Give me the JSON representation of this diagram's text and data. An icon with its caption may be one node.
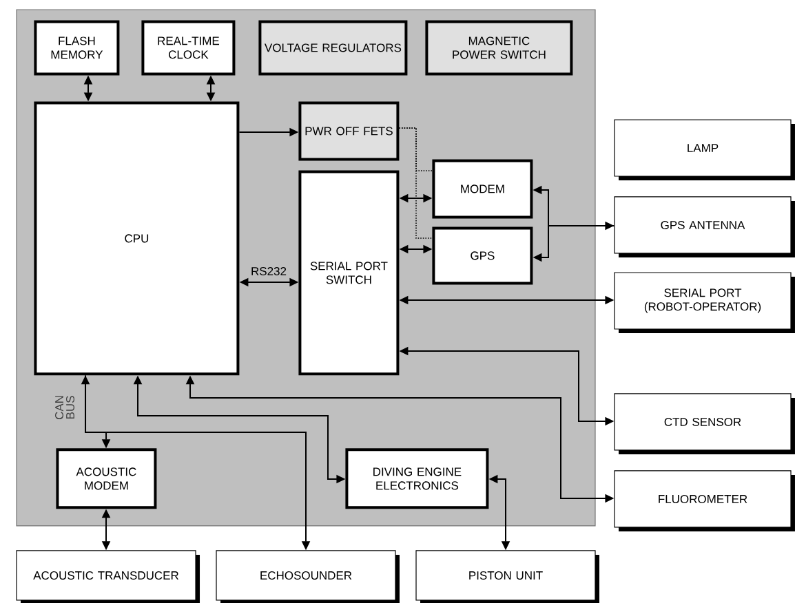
{
  "diagram": {
    "nodes": [
      {
        "text": [],
        "shape": "box"
      },
      {
        "text": [
          "FLASH MEMORY"
        ],
        "in": 0
      },
      {
        "text": [
          "REAL-TIME CLOCK"
        ],
        "in": 0
      },
      {
        "text": [
          "VOLTAGE REGULATORS"
        ],
        "in": 0
      },
      {
        "text": [
          "MAGNETIC POWER SWITCH"
        ],
        "in": 0
      },
      {
        "text": [
          "CPU"
        ],
        "in": 0
      },
      {
        "text": [
          "PWR OFF FETS"
        ],
        "in": 0
      },
      {
        "text": [
          "SERIAL PORT SWITCH"
        ],
        "in": 0
      },
      {
        "text": [
          "MODEM"
        ],
        "in": 0
      },
      {
        "text": [
          "GPS"
        ],
        "in": 0
      },
      {
        "text": [
          "LAMP"
        ]
      },
      {
        "text": [
          "GPS ANTENNA"
        ]
      },
      {
        "text": [
          "SERIAL PORT (ROBOT-OPERATOR)"
        ]
      },
      {
        "text": [
          "CTD SENSOR"
        ]
      },
      {
        "text": [
          "FLUOROMETER"
        ]
      },
      {
        "text": [
          "ACOUSTIC MODEM"
        ],
        "in": 0
      },
      {
        "text": [
          "DIVING ENGINE ELECTRONICS"
        ],
        "in": 0
      },
      {
        "text": [
          "ACOUSTIC TRANSDUCER"
        ]
      },
      {
        "text": [
          "ECHOSOUNDER"
        ]
      },
      {
        "text": [
          "PISTON UNIT"
        ]
      }
    ],
    "edges": [
      {
        "from": 1,
        "to": 5,
        "arrow": "both"
      },
      {
        "from": 2,
        "to": 5,
        "arrow": "both"
      },
      {
        "from": 5,
        "to": 6,
        "arrow": "to"
      },
      {
        "from": 5,
        "to": 7,
        "arrow": "both",
        "label": "RS232"
      },
      {
        "from": 7,
        "to": 8,
        "arrow": "both"
      },
      {
        "from": 7,
        "to": 9,
        "arrow": "both"
      },
      {
        "from": 6,
        "to": 8,
        "arrow": "none",
        "style": "dashed"
      },
      {
        "from": 6,
        "to": 9,
        "arrow": "none",
        "style": "dashed"
      },
      {
        "from": 8,
        "to": 11,
        "arrow": "both"
      },
      {
        "from": 11,
        "to": 9,
        "arrow": "to"
      },
      {
        "from": 7,
        "to": 12,
        "arrow": "both"
      },
      {
        "from": 7,
        "to": 13,
        "arrow": "both"
      },
      {
        "from": 5,
        "to": 14,
        "arrow": "both"
      },
      {
        "from": 5,
        "to": 16,
        "arrow": "both"
      },
      {
        "from": 5,
        "to": 15,
        "arrow": "both",
        "label": "CAN BUS"
      },
      {
        "from": 5,
        "to": 18,
        "arrow": "to"
      },
      {
        "from": 15,
        "to": 17,
        "arrow": "both"
      },
      {
        "from": 16,
        "to": 19,
        "arrow": "both"
      }
    ]
  }
}
